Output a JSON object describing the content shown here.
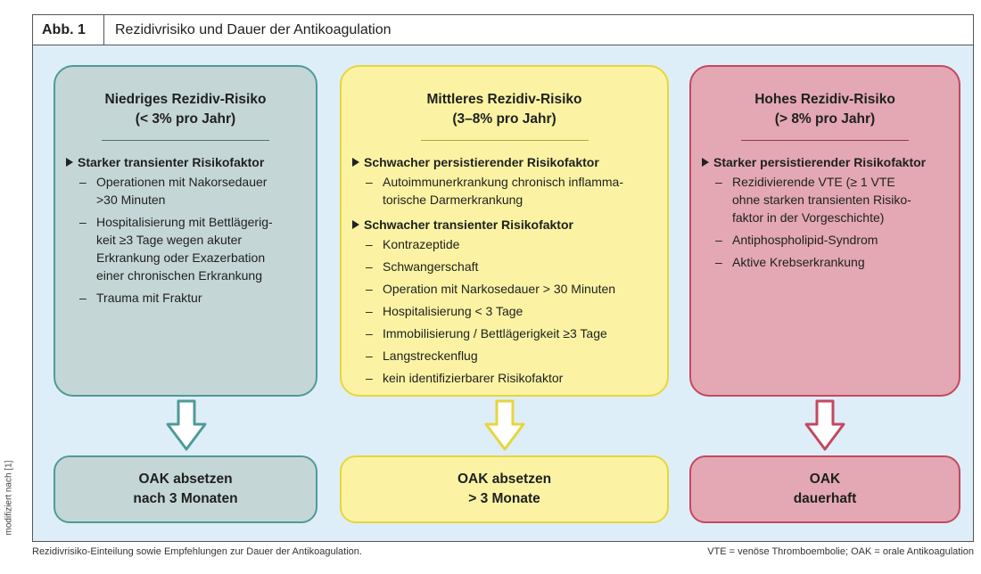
{
  "figure": {
    "label": "Abb. 1",
    "title": "Rezidivrisiko und Dauer der Antikoagulation"
  },
  "columns": [
    {
      "id": "low",
      "title_line1": "Niedriges Rezidiv-Risiko",
      "title_line2": "(< 3% pro Jahr)",
      "color_fill": "#c4d7d6",
      "color_border": "#4f9a97",
      "groups": [
        {
          "title": "Starker transienter Risikofaktor",
          "items": [
            "Operationen mit Nakorsedauer\n>30 Minuten",
            "Hospitalisierung mit Bettlägerig-\nkeit ≥3 Tage wegen akuter\nErkrankung oder Exazerbation\neiner chronischen Erkrankung",
            "Trauma mit Fraktur"
          ]
        }
      ],
      "outcome_line1": "OAK absetzen",
      "outcome_line2": "nach 3 Monaten"
    },
    {
      "id": "mid",
      "title_line1": "Mittleres Rezidiv-Risiko",
      "title_line2": "(3–8% pro Jahr)",
      "color_fill": "#fbf3a3",
      "color_border": "#e7d53c",
      "groups": [
        {
          "title": "Schwacher persistierender Risikofaktor",
          "items": [
            "Autoimmunerkrankung chronisch inflamma-\ntorische Darmerkrankung"
          ]
        },
        {
          "title": "Schwacher transienter Risikofaktor",
          "items": [
            "Kontrazeptide",
            "Schwangerschaft",
            "Operation mit Narkosedauer > 30 Minuten",
            "Hospitalisierung < 3 Tage",
            "Immobilisierung / Bettlägerigkeit ≥3 Tage",
            "Langstreckenflug",
            "kein identifizierbarer Risikofaktor"
          ]
        }
      ],
      "outcome_line1": "OAK absetzen",
      "outcome_line2": "> 3 Monate"
    },
    {
      "id": "high",
      "title_line1": "Hohes Rezidiv-Risiko",
      "title_line2": "(> 8% pro Jahr)",
      "color_fill": "#e3a8b3",
      "color_border": "#c44860",
      "groups": [
        {
          "title": "Starker persistierender Risikofaktor",
          "items": [
            "Rezidivierende VTE (≥ 1 VTE\nohne starken transienten Risiko-\nfaktor in der Vorgeschichte)",
            "Antiphospholipid-Syndrom",
            "Aktive Krebserkrankung"
          ]
        }
      ],
      "outcome_line1": "OAK",
      "outcome_line2": "dauerhaft"
    }
  ],
  "side_note": "modifiziert nach [1]",
  "caption": "Rezidivrisiko-Einteilung sowie Empfehlungen zur Dauer der Antikoagulation.",
  "legend": "VTE = venöse Thromboembolie; OAK = orale Antikoagulation",
  "icons": {
    "arrow": "down-arrow-icon",
    "bullet": "triangle-bullet-icon"
  }
}
